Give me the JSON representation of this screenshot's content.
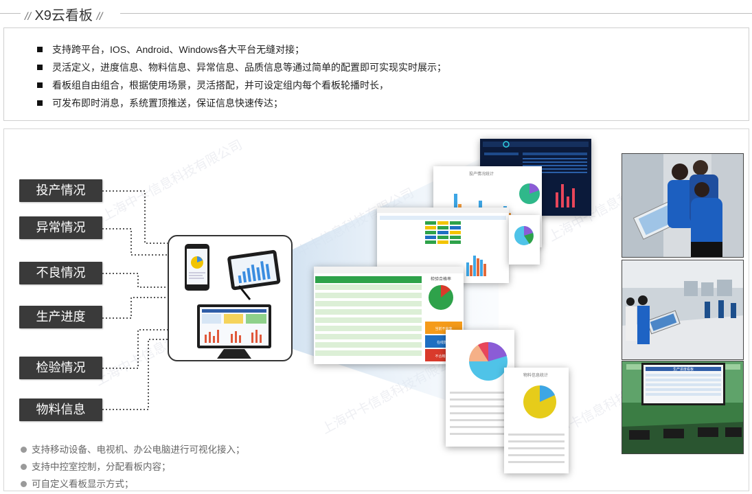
{
  "header": {
    "title": "X9云看板",
    "deco_left": "//",
    "deco_right": "//"
  },
  "features": [
    "支持跨平台，IOS、Android、Windows各大平台无缝对接；",
    "灵活定义，进度信息、物料信息、异常信息、品质信息等通过简单的配置即可实现实时展示；",
    "看板组自由组合，根据使用场景，灵活搭配，并可设定组内每个看板轮播时长，",
    "可发布即时消息，系统置顶推送，保证信息快速传达；"
  ],
  "categories": [
    "投产情况",
    "异常情况",
    "不良情况",
    "生产进度",
    "检验情况",
    "物料信息"
  ],
  "bullets": [
    "支持移动设备、电视机、办公电脑进行可视化接入；",
    "支持中控室控制，分配看板内容；",
    "可自定义看板显示方式；"
  ],
  "dashboard": {
    "pie_title": "检验合格率",
    "tile_1": "当前不良率",
    "tile_2": "在线数量",
    "tile_3": "不合格数量",
    "card_title_a": "物料信息统计",
    "card_title_b": "投产情况统计",
    "monitor_title": "生产进度看板"
  },
  "watermark_text": "上海中卡信息科技有限公司",
  "colors": {
    "button_bg": "#3a3a3a",
    "accent_green": "#2ea24a",
    "accent_orange": "#f59b1a",
    "accent_blue": "#1f6fc2",
    "accent_red": "#d93a2b",
    "dark_dashboard": "#0b1a3a"
  }
}
